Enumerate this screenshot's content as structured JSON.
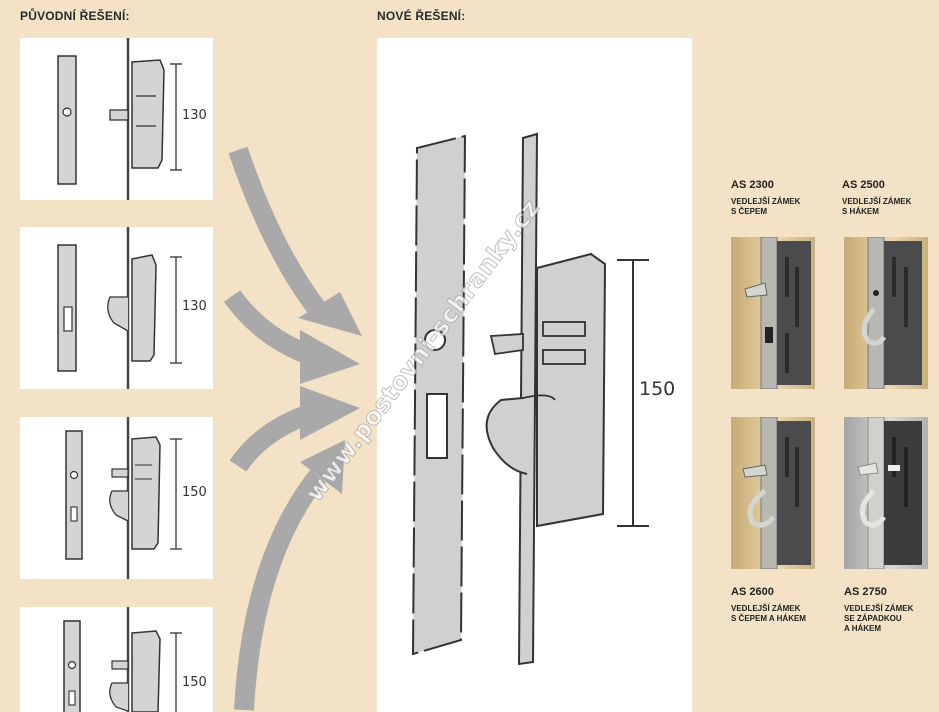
{
  "headings": {
    "original": "PŮVODNÍ ŘEŠENÍ:",
    "new": "NOVÉ ŘEŠENÍ:"
  },
  "original_panels": [
    {
      "dimension": "130",
      "bolt": "pin"
    },
    {
      "dimension": "130",
      "bolt": "hook"
    },
    {
      "dimension": "150",
      "bolt": "pin-hook"
    },
    {
      "dimension": "150",
      "bolt": "pin-hook"
    }
  ],
  "new_panel": {
    "dimension": "150"
  },
  "products": [
    {
      "code": "AS 2300",
      "desc_line1": "VEDLEJŠÍ ZÁMEK",
      "desc_line2": "S ČEPEM",
      "desc_line3": ""
    },
    {
      "code": "AS 2500",
      "desc_line1": "VEDLEJŠÍ ZÁMEK",
      "desc_line2": "S HÁKEM",
      "desc_line3": ""
    },
    {
      "code": "AS 2600",
      "desc_line1": "VEDLEJŠÍ ZÁMEK",
      "desc_line2": "S ČEPEM A HÁKEM",
      "desc_line3": ""
    },
    {
      "code": "AS 2750",
      "desc_line1": "VEDLEJŠÍ ZÁMEK",
      "desc_line2": "SE ZÁPADKOU",
      "desc_line3": "A HÁKEM"
    }
  ],
  "watermark": "www.postovni-schranky.cz",
  "colors": {
    "background": "#f3e2c5",
    "arrow": "#a9a9a9",
    "plate": "#d0d0d0",
    "line": "#333333"
  }
}
